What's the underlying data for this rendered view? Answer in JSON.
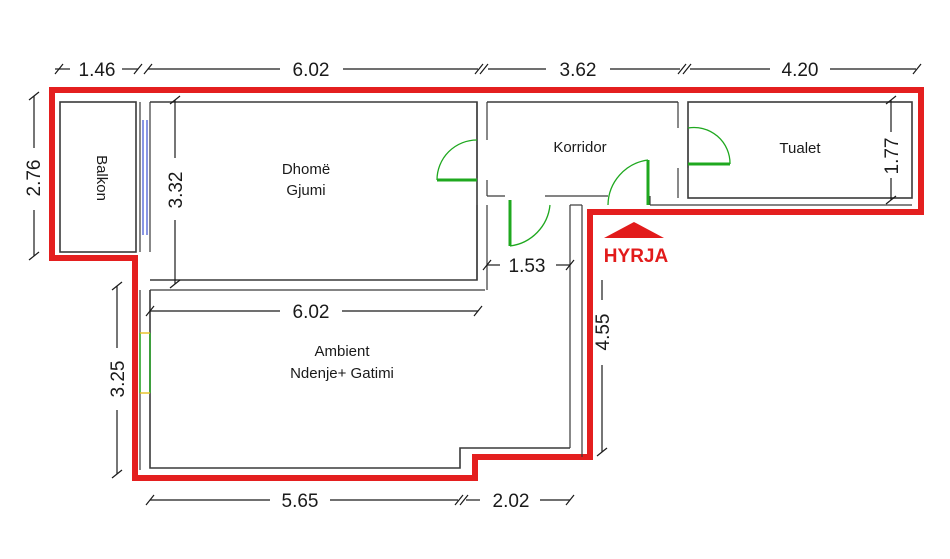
{
  "rooms": {
    "balcony": "Balkon",
    "bedroom_line1": "Dhomë",
    "bedroom_line2": "Gjumi",
    "corridor": "Korridor",
    "toilet": "Tualet",
    "living_line1": "Ambient",
    "living_line2": "Ndenje+ Gatimi"
  },
  "entrance": {
    "label": "HYRJA"
  },
  "dimensions": {
    "top": [
      "1.46",
      "6.02",
      "3.62",
      "4.20"
    ],
    "left_balcony": "2.76",
    "bedroom_height": "3.32",
    "toilet_height": "1.77",
    "corridor_width": "1.53",
    "living_width": "6.02",
    "living_height": "3.25",
    "entry_wall": "4.55",
    "bottom": [
      "5.65",
      "2.02"
    ]
  },
  "colors": {
    "outline": "#e41f1f",
    "entrance": "#e21b1b",
    "doors": "#1fa81f",
    "walls": "#3a3a3a"
  }
}
